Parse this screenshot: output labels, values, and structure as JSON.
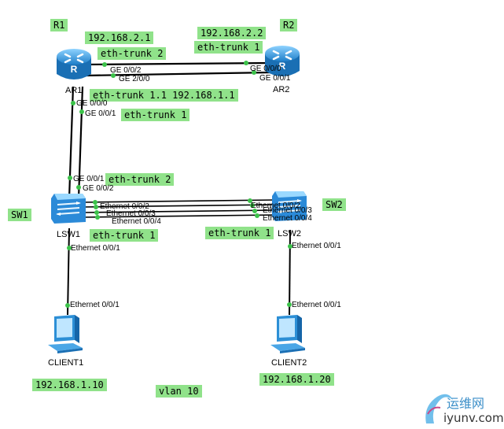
{
  "devices": {
    "ar1": {
      "label": "AR1",
      "icon": "router-icon",
      "color": "#3aa0e0"
    },
    "ar2": {
      "label": "AR2",
      "icon": "router-icon",
      "color": "#3aa0e0"
    },
    "lsw1": {
      "label": "LSW1",
      "icon": "switch-icon",
      "color": "#4ab0e8"
    },
    "lsw2": {
      "label": "LSW2",
      "icon": "switch-icon",
      "color": "#4ab0e8"
    },
    "client1": {
      "label": "CLIENT1",
      "icon": "pc-icon",
      "color": "#3aa0e0"
    },
    "client2": {
      "label": "CLIENT2",
      "icon": "pc-icon",
      "color": "#3aa0e0"
    }
  },
  "notes": {
    "r1": "R1",
    "r2": "R2",
    "sw1": "SW1",
    "sw2": "SW2",
    "ar1_ip": "192.168.2.1",
    "ar2_ip": "192.168.2.2",
    "ar1_trunk": "eth-trunk 2",
    "ar2_trunk": "eth-trunk 1",
    "ar1_subif": "eth-trunk 1.1 192.168.1.1",
    "ar1_down_trunk": "eth-trunk 1",
    "lsw1_up_trunk": "eth-trunk 2",
    "lsw1_trunk": "eth-trunk 1",
    "lsw2_trunk": "eth-trunk 1",
    "client1_ip": "192.168.1.10",
    "client2_ip": "192.168.1.20",
    "vlan": "vlan 10"
  },
  "ports": {
    "ar1_ge002": "GE 0/0/2",
    "ar1_ge200": "GE 2/0/0",
    "ar2_ge000": "GE 0/0/0",
    "ar2_ge001": "GE 0/0/1",
    "ar1_ge000": "GE 0/0/0",
    "ar1_ge001": "GE 0/0/1",
    "lsw1_ge001": "GE 0/0/1",
    "lsw1_ge002": "GE 0/0/2",
    "lsw1_e002": "Ethernet 0/0/2",
    "lsw1_e003": "Ethernet 0/0/3",
    "lsw1_e004": "Ethernet 0/0/4",
    "lsw2_e002": "Ethernet 0/0/2",
    "lsw2_e003": "Ethernet 0/0/3",
    "lsw2_e004": "Ethernet 0/0/4",
    "lsw1_e001": "Ethernet 0/0/1",
    "client1_e001": "Ethernet 0/0/1",
    "lsw2_e001": "Ethernet 0/0/1",
    "client2_e001": "Ethernet 0/0/1"
  },
  "colors": {
    "note_bg": "#90e28a",
    "link": "#000000",
    "port_dot": "#3cc24a"
  },
  "watermark": {
    "cn": "运维网",
    "domain": "iyunv.com"
  }
}
